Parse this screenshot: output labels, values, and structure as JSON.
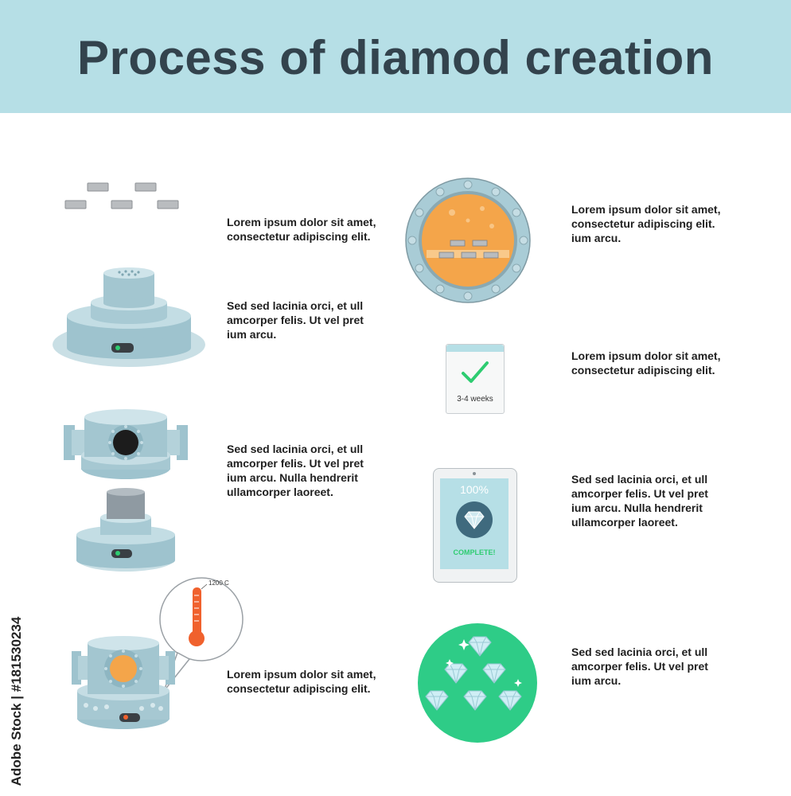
{
  "title": "Process of diamod creation",
  "steps_left": [
    {
      "text": "Lorem ipsum dolor sit amet,\nconsectetur adipiscing elit."
    },
    {
      "text": "Sed sed lacinia orci, et ull\namcorper felis. Ut vel pret\nium arcu."
    },
    {
      "text": "Sed sed lacinia orci, et ull\namcorper felis. Ut vel pret\nium arcu. Nulla hendrerit\nullamcorper laoreet."
    },
    {
      "text": "Lorem ipsum dolor sit amet,\nconsectetur adipiscing elit."
    }
  ],
  "steps_right": [
    {
      "text": "Lorem ipsum dolor sit amet,\nconsectetur adipiscing elit.\nium arcu."
    },
    {
      "text": "Lorem ipsum dolor sit amet,\nconsectetur adipiscing elit."
    },
    {
      "text": "Sed sed lacinia orci, et ull\namcorper felis. Ut vel pret\nium arcu. Nulla hendrerit\nullamcorper laoreet."
    },
    {
      "text": "Sed sed lacinia orci, et ull\namcorper felis. Ut vel pret\nium arcu."
    }
  ],
  "thermometer_label": "1200 C",
  "calendar_label": "3-4 weeks",
  "tablet": {
    "percent": "100%",
    "status": "COMPLETE!"
  },
  "watermark_id": "Adobe Stock | #181530234",
  "colors": {
    "header": "#b6dfe6",
    "title": "#33434d",
    "machine": "#a9ccd6",
    "orange": "#f4a54a",
    "green": "#2ecc87"
  }
}
